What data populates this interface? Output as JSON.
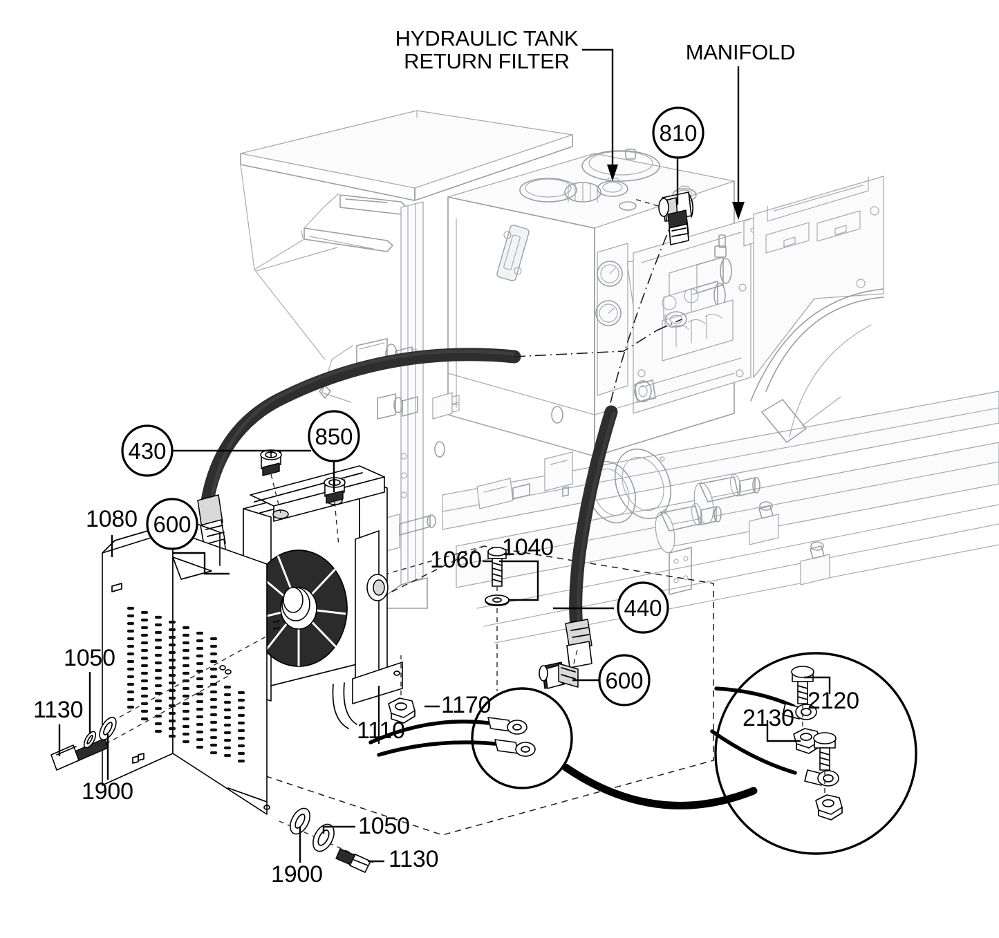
{
  "diagram": {
    "title_callouts": [
      {
        "id": "hydraulic-tank-return-filter",
        "line1": "HYDRAULIC TANK",
        "line2": "RETURN FILTER"
      },
      {
        "id": "manifold",
        "line1": "MANIFOLD",
        "line2": ""
      }
    ],
    "bubble_callouts": [
      {
        "id": "bubble-810",
        "number": "810"
      },
      {
        "id": "bubble-430",
        "number": "430"
      },
      {
        "id": "bubble-850",
        "number": "850"
      },
      {
        "id": "bubble-600-left",
        "number": "600"
      },
      {
        "id": "bubble-440",
        "number": "440"
      },
      {
        "id": "bubble-600-right",
        "number": "600"
      }
    ],
    "plain_callouts": [
      {
        "id": "label-1080",
        "number": "1080"
      },
      {
        "id": "label-1050-upper",
        "number": "1050"
      },
      {
        "id": "label-1130-upper",
        "number": "1130"
      },
      {
        "id": "label-1900-upper",
        "number": "1900"
      },
      {
        "id": "label-1060",
        "number": "1060"
      },
      {
        "id": "label-1040",
        "number": "1040"
      },
      {
        "id": "label-1170",
        "number": "1170"
      },
      {
        "id": "label-1110",
        "number": "1110"
      },
      {
        "id": "label-1050-lower",
        "number": "1050"
      },
      {
        "id": "label-1130-lower",
        "number": "1130"
      },
      {
        "id": "label-1900-lower",
        "number": "1900"
      },
      {
        "id": "label-2120",
        "number": "2120"
      },
      {
        "id": "label-2130",
        "number": "2130"
      }
    ],
    "colors": {
      "machine_line": "#9a9da3",
      "part_outline": "#000000",
      "hose": "#2e2e2e",
      "background": "#ffffff"
    }
  }
}
